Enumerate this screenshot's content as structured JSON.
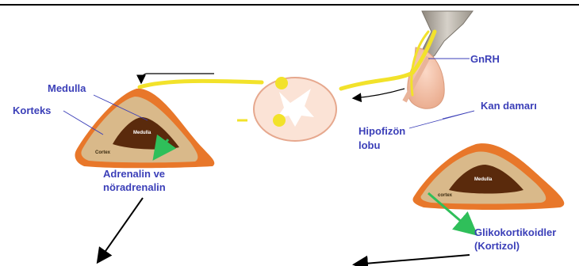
{
  "labels": {
    "medulla": "Medulla",
    "korteks": "Korteks",
    "adrenalin_line1": "Adrenalin ve",
    "adrenalin_line2": "nöradrenalin",
    "gnrh": "GnRH",
    "kan_damari": "Kan damarı",
    "hipofizon_line1": "Hipofizön",
    "hipofizon_line2": "lobu",
    "glikokortikoidler": "Glikokortikoidler",
    "kortizol": "(Kortizol)"
  },
  "inner_labels": {
    "medulla_left": "Medulla",
    "cortex_left": "Cortex",
    "medulla_right": "Medulla",
    "cortex_right": "cortex"
  },
  "colors": {
    "label_text": "#3b3fb8",
    "nerve": "#f2e22a",
    "gland_outer": "#e8772a",
    "gland_cortex": "#d9b98a",
    "gland_medulla": "#5a2a0c",
    "spinal_cord": "#fbe3d6",
    "spinal_gray": "#ffffff",
    "arrow_green": "#2fbf5a",
    "arrow_black": "#000000",
    "pituitary": "#f2c0a8",
    "hypothalamus": "#b9b3a9"
  }
}
